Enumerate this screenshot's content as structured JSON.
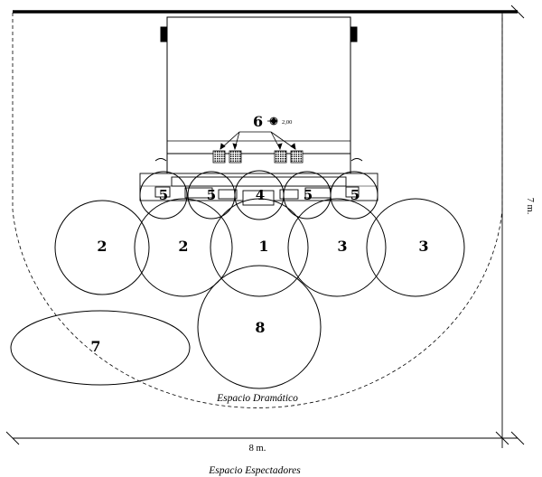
{
  "zones": {
    "one": "1",
    "two": "2",
    "three": "3",
    "four": "4",
    "five": "5",
    "six": "6",
    "seven": "7",
    "eight": "8"
  },
  "focus_value": "2,00",
  "dimensions": {
    "width_label": "8 m.",
    "depth_label": "7 m."
  },
  "captions": {
    "dramatic_space": "Espacio Dramático",
    "audience_space": "Espacio Espectadores"
  },
  "colors": {
    "ink": "#000000",
    "paper": "#ffffff"
  }
}
